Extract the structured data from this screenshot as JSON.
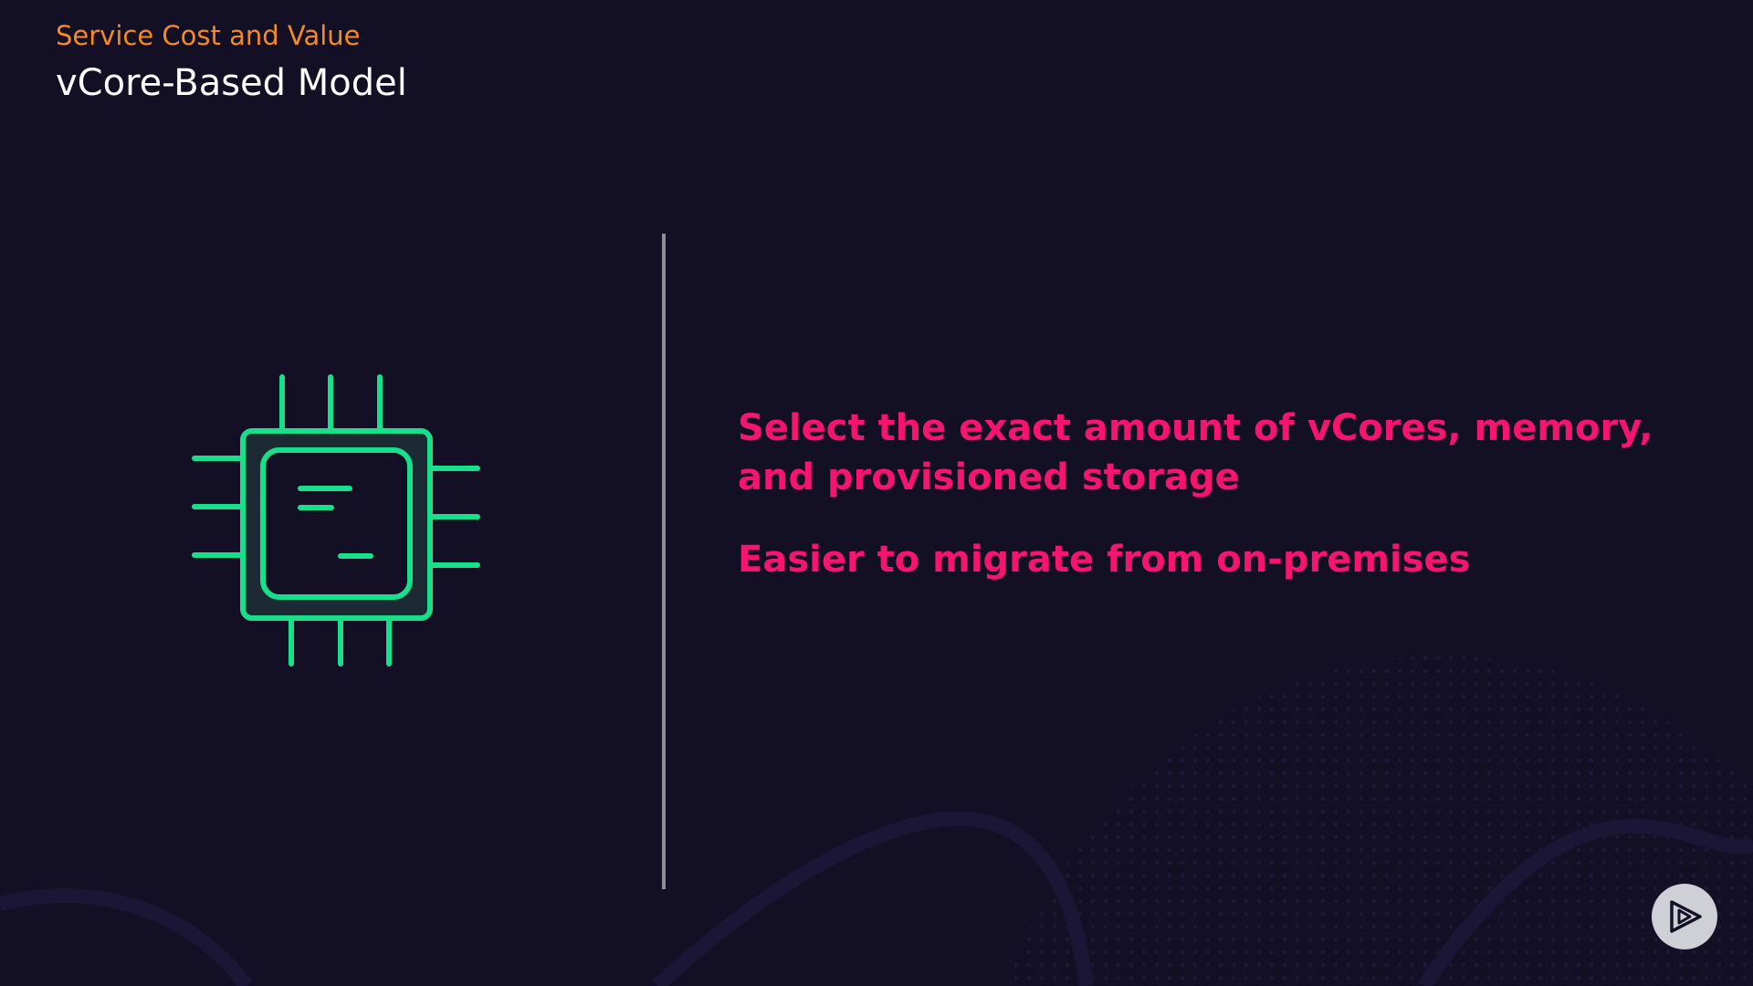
{
  "header": {
    "subtitle": "Service Cost and Value",
    "title": "vCore-Based Model"
  },
  "content": {
    "icon": "cpu-chip-icon",
    "bullets": [
      "Select the exact amount of vCores, memory, and provisioned storage",
      "Easier to migrate from on-premises"
    ]
  },
  "controls": {
    "play_icon": "play-logo-icon"
  },
  "colors": {
    "background": "#130f25",
    "subtitle": "#f58b1f",
    "title": "#ffffff",
    "icon": "#18e08a",
    "bullet_text": "#f5156f",
    "divider": "#8d8d96"
  }
}
